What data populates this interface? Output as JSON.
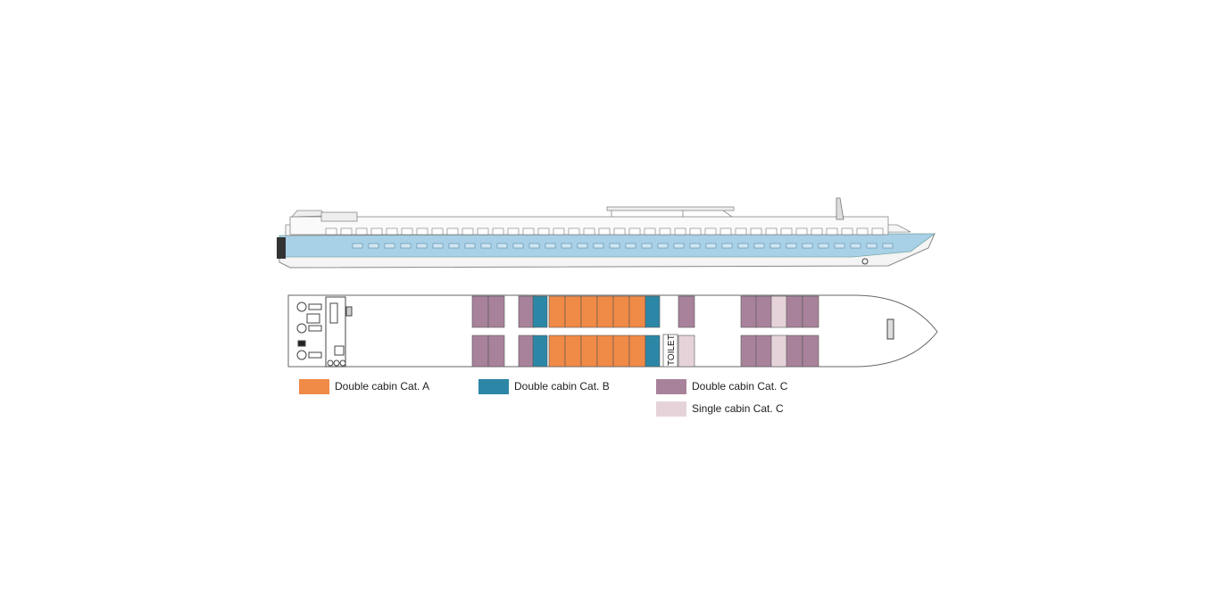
{
  "colors": {
    "cat_a_double": "#f08a47",
    "cat_b_double": "#2c87a6",
    "cat_c_double": "#a8829a",
    "cat_c_single": "#e6d3da",
    "hull_blue": "#a8d0e6",
    "outline": "#555555"
  },
  "labels": {
    "toilet": "TOILET"
  },
  "legend": [
    {
      "label": "Double cabin Cat. A",
      "color_key": "cat_a_double"
    },
    {
      "label": "Double cabin Cat. B",
      "color_key": "cat_b_double"
    },
    {
      "label": "Double cabin Cat. C",
      "color_key": "cat_c_double"
    },
    {
      "label": "Single cabin Cat. C",
      "color_key": "cat_c_single"
    }
  ],
  "cabins": {
    "top_row": [
      "C",
      "C",
      "C",
      "B",
      "A",
      "A",
      "A",
      "A",
      "A",
      "A",
      "B",
      "C",
      "C",
      "C",
      "S",
      "C",
      "C"
    ],
    "bottom_row": [
      "C",
      "C",
      "C",
      "B",
      "A",
      "A",
      "A",
      "A",
      "A",
      "A",
      "B",
      "S",
      "C",
      "C",
      "S",
      "C",
      "C"
    ]
  }
}
